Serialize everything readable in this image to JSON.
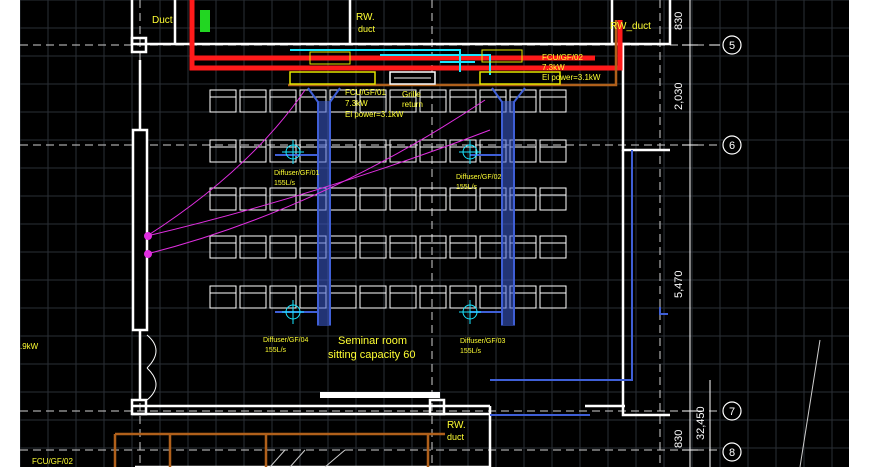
{
  "colors": {
    "background": "#000000",
    "wall": "#ffffff",
    "grid": "#2a2f36",
    "red_duct": "#ff1a1a",
    "cyan_pipe": "#19e6ff",
    "blue_duct": "#3f5fd6",
    "brown_pipe": "#b0601b",
    "magenta_link": "#e02ee0",
    "label_yellow": "#ffff33",
    "unit_yellow": "#e6e600",
    "green_riser": "#22d622"
  },
  "grid_markers": [
    {
      "label": "5"
    },
    {
      "label": "6"
    },
    {
      "label": "7"
    },
    {
      "label": "8"
    }
  ],
  "dimensions": {
    "d830_top": "830",
    "d2030": "2,030",
    "d5470": "5,470",
    "d32450": "32,450",
    "d830_bottom": "830"
  },
  "duct_labels": {
    "duct": "Duct",
    "rw_duct_1_l1": "RW.",
    "rw_duct_1_l2": "duct",
    "rw_duct_2": "RW_duct",
    "rw_duct_3_l1": "RW.",
    "rw_duct_3_l2": "duct"
  },
  "units": {
    "fcu01": {
      "name": "FCU/GF/01",
      "cap": "7.3kW",
      "power": "El power=3.1kW"
    },
    "fcu02": {
      "name": "FCU/GF/02",
      "cap": "7.3kW",
      "power": "El power=3.1kW"
    },
    "grille": {
      "l1": "Grille",
      "l2": "return"
    },
    "left_partial": ".9kW",
    "bottom_partial": "FCU/GF/02"
  },
  "diffusers": [
    {
      "name": "Diffuser/GF/01",
      "flow": "155L/s"
    },
    {
      "name": "Diffuser/GF/02",
      "flow": "155L/s"
    },
    {
      "name": "Diffuser/GF/04",
      "flow": "155L/s"
    },
    {
      "name": "Diffuser/GF/03",
      "flow": "155L/s"
    }
  ],
  "room": {
    "name": "Seminar room",
    "capacity": "sitting capacity 60"
  }
}
